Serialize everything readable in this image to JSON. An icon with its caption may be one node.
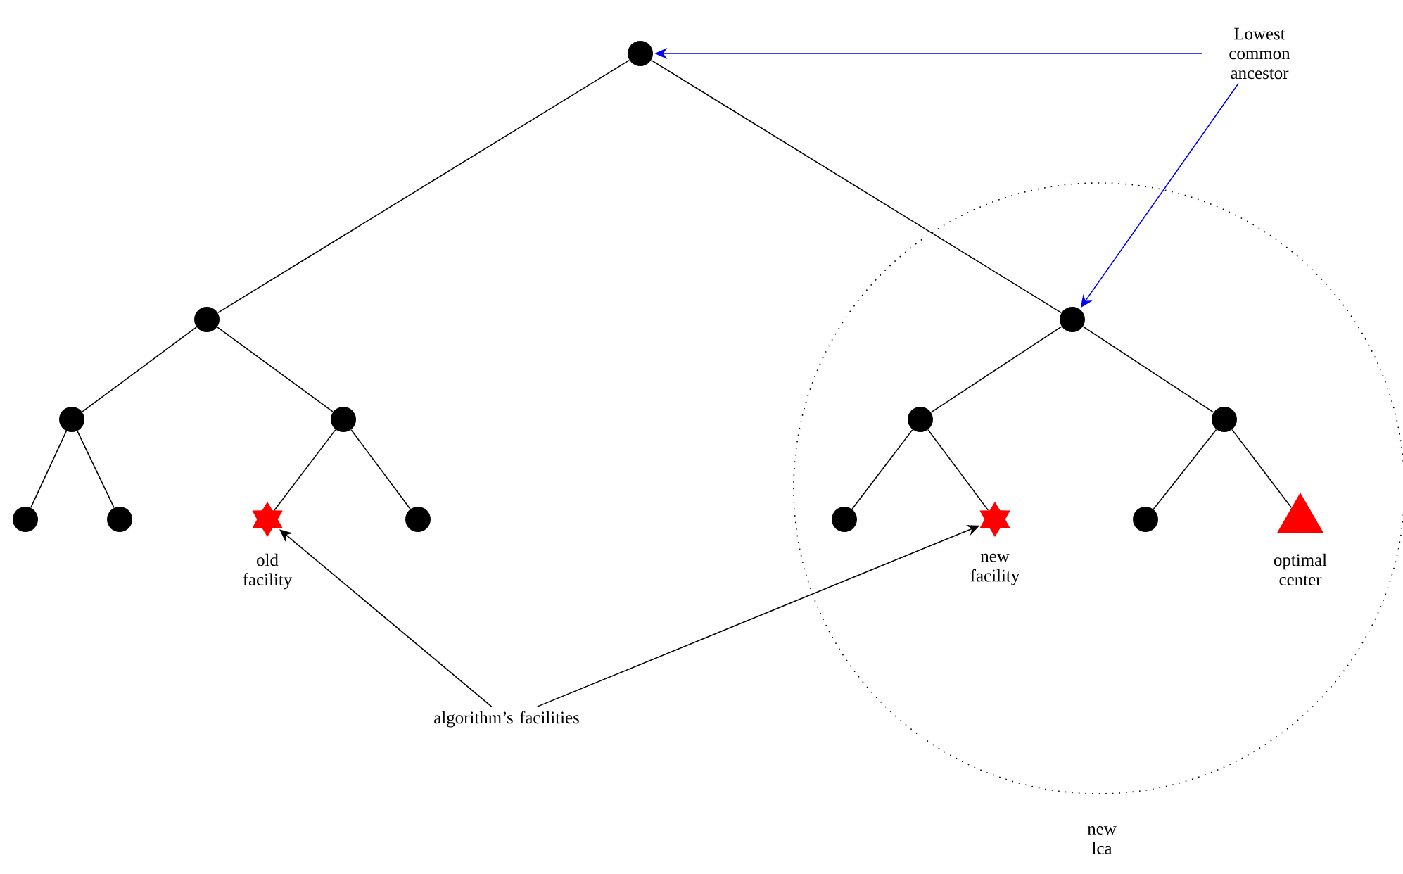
{
  "diagram": {
    "nodes": [
      {
        "text": [],
        "shape": "circle"
      },
      {
        "text": [
          "Lowest common ancestor"
        ]
      },
      {
        "text": [],
        "shape": "circle"
      },
      {
        "text": [
          "new lca"
        ]
      },
      {
        "text": [],
        "shape": "circle",
        "in": 3
      },
      {
        "text": [],
        "shape": "circle"
      },
      {
        "text": [],
        "shape": "circle"
      },
      {
        "text": [],
        "shape": "circle",
        "in": 3
      },
      {
        "text": [],
        "shape": "circle",
        "in": 3
      },
      {
        "text": [],
        "shape": "circle"
      },
      {
        "text": [],
        "shape": "circle"
      },
      {
        "text": [],
        "shape": "star",
        "beside": [
          "old facility"
        ]
      },
      {
        "text": [],
        "shape": "circle"
      },
      {
        "text": [],
        "shape": "circle",
        "in": 3
      },
      {
        "text": [],
        "shape": "star",
        "beside": [
          "new facility"
        ],
        "in": 3
      },
      {
        "text": [],
        "shape": "circle",
        "in": 3
      },
      {
        "text": [],
        "shape": "triangle",
        "beside": [
          "optimal center"
        ],
        "in": 3
      },
      {
        "text": [
          "algorithm’s facilities"
        ]
      }
    ],
    "edges": [
      {
        "from": 0,
        "to": 2,
        "arrow": "none"
      },
      {
        "from": 0,
        "to": 4,
        "arrow": "none"
      },
      {
        "from": 2,
        "to": 5,
        "arrow": "none"
      },
      {
        "from": 2,
        "to": 6,
        "arrow": "none"
      },
      {
        "from": 4,
        "to": 7,
        "arrow": "none"
      },
      {
        "from": 4,
        "to": 8,
        "arrow": "none"
      },
      {
        "from": 5,
        "to": 9,
        "arrow": "none"
      },
      {
        "from": 5,
        "to": 10,
        "arrow": "none"
      },
      {
        "from": 6,
        "to": 11,
        "arrow": "none"
      },
      {
        "from": 6,
        "to": 12,
        "arrow": "none"
      },
      {
        "from": 7,
        "to": 13,
        "arrow": "none"
      },
      {
        "from": 7,
        "to": 14,
        "arrow": "none"
      },
      {
        "from": 8,
        "to": 15,
        "arrow": "none"
      },
      {
        "from": 8,
        "to": 16,
        "arrow": "none"
      },
      {
        "from": 1,
        "to": 0,
        "arrow": "to",
        "color": "#0000ff"
      },
      {
        "from": 1,
        "to": 4,
        "arrow": "to",
        "color": "#0000ff"
      },
      {
        "from": 17,
        "to": 11,
        "arrow": "to"
      },
      {
        "from": 17,
        "to": 14,
        "arrow": "to"
      }
    ]
  }
}
